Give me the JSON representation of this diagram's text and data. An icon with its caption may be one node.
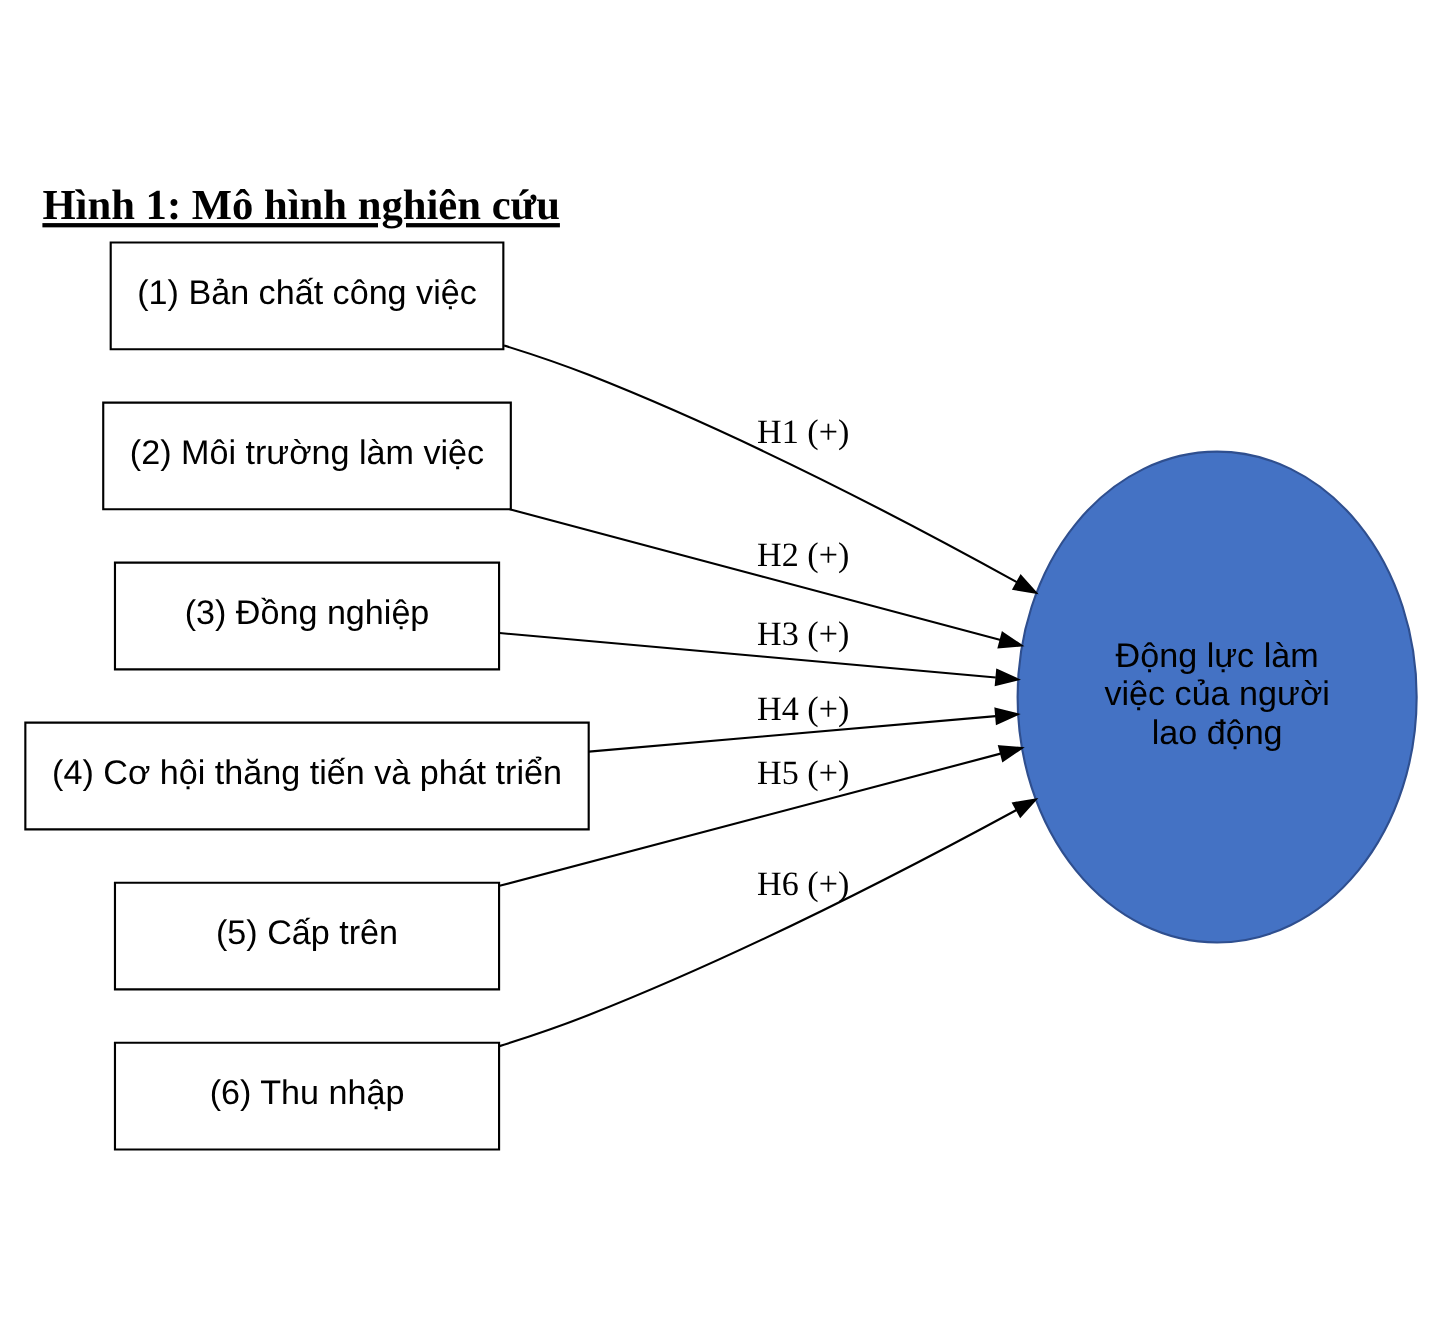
{
  "diagram": {
    "title": "Hình 1: Mô hình nghiên cứu",
    "nodes": [
      {
        "text": [
          "(1) Bản chất công việc"
        ]
      },
      {
        "text": [
          "(2) Môi trường làm việc"
        ]
      },
      {
        "text": [
          "(3) Đồng nghiệp"
        ]
      },
      {
        "text": [
          "(4) Cơ hội thăng tiến và phát triển"
        ]
      },
      {
        "text": [
          "(5) Cấp trên"
        ]
      },
      {
        "text": [
          "(6) Thu nhập"
        ]
      },
      {
        "text": [
          "Động lực làm việc của người lao động"
        ]
      }
    ],
    "edges": [
      {
        "from": 0,
        "to": 6,
        "arrow": "to",
        "label": "H1 (+)"
      },
      {
        "from": 1,
        "to": 6,
        "arrow": "to",
        "label": "H2 (+)"
      },
      {
        "from": 2,
        "to": 6,
        "arrow": "to",
        "label": "H3 (+)"
      },
      {
        "from": 3,
        "to": 6,
        "arrow": "to",
        "label": "H4 (+)"
      },
      {
        "from": 4,
        "to": 6,
        "arrow": "to",
        "label": "H5 (+)"
      },
      {
        "from": 5,
        "to": 6,
        "arrow": "to",
        "label": "H6 (+)"
      }
    ]
  }
}
